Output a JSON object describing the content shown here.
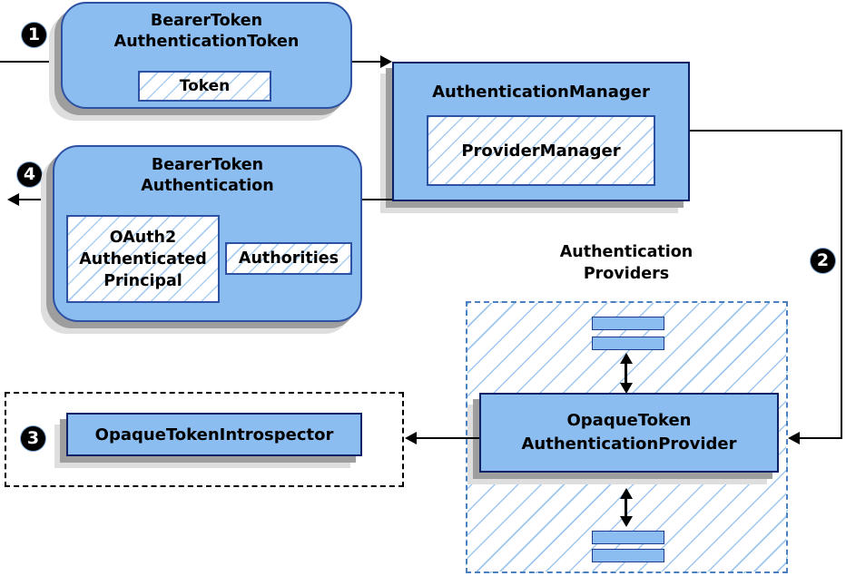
{
  "diagram": {
    "badges": {
      "b1": "1",
      "b2": "2",
      "b3": "3",
      "b4": "4"
    },
    "nodes": {
      "bearer_token_authentication_token": {
        "title": "BearerToken\nAuthenticationToken",
        "child_token": "Token"
      },
      "authentication_manager": {
        "title": "AuthenticationManager",
        "child_provider_manager": "ProviderManager"
      },
      "bearer_token_authentication": {
        "title": "BearerToken\nAuthentication",
        "child_principal": "OAuth2\nAuthenticated\nPrincipal",
        "child_authorities": "Authorities"
      },
      "opaque_token_introspector": {
        "title": "OpaqueTokenIntrospector"
      },
      "authentication_providers_group": {
        "title": "Authentication\nProviders"
      },
      "opaque_token_authentication_provider": {
        "title": "OpaqueToken\nAuthenticationProvider"
      }
    },
    "colors": {
      "node_fill": "#8bbdf0",
      "node_border_dark": "#0d2167",
      "node_border_rounded": "#2d51a3",
      "hatch_line": "#a9cdf3",
      "dashed_provider_border": "#4a7fc0",
      "dashed_introspector_border": "#000000",
      "shadow_dark": "#9e9e9e",
      "shadow_light": "#dedede",
      "badge_bg": "#000000",
      "badge_text": "#ffffff"
    }
  }
}
